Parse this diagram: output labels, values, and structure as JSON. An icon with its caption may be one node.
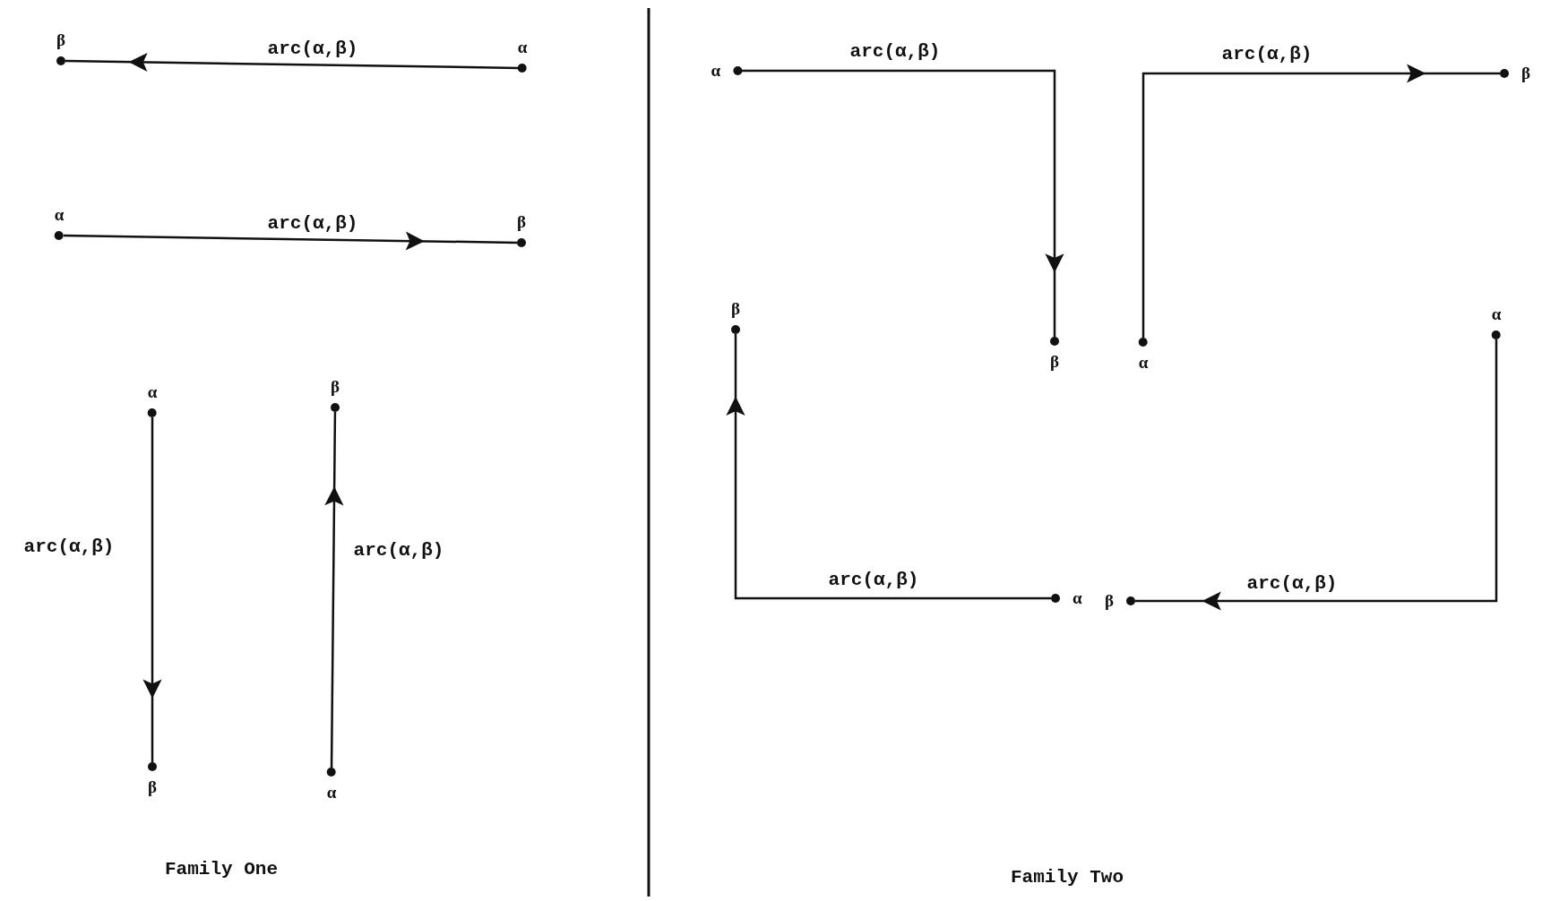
{
  "diagram": {
    "nodes": [
      {
        "text": [
          "β"
        ]
      },
      {
        "text": [
          "α"
        ]
      },
      {
        "text": [
          "α"
        ]
      },
      {
        "text": [
          "β"
        ]
      },
      {
        "text": [
          "α"
        ]
      },
      {
        "text": [
          "β"
        ]
      },
      {
        "text": [
          "β"
        ]
      },
      {
        "text": [
          "α"
        ]
      },
      {
        "text": [
          "α"
        ]
      },
      {
        "text": [
          "β"
        ]
      },
      {
        "text": [
          "β"
        ]
      },
      {
        "text": [
          "α"
        ]
      },
      {
        "text": [
          "β"
        ]
      },
      {
        "text": [
          "α"
        ]
      },
      {
        "text": [
          "α"
        ]
      },
      {
        "text": [
          "β"
        ]
      }
    ],
    "edges": [
      {
        "from": 1,
        "to": 0,
        "arrow": "to",
        "label": "arc(α,β)"
      },
      {
        "from": 2,
        "to": 3,
        "arrow": "to",
        "label": "arc(α,β)"
      },
      {
        "from": 4,
        "to": 6,
        "arrow": "to",
        "label": "arc(α,β)"
      },
      {
        "from": 7,
        "to": 5,
        "arrow": "to",
        "label": "arc(α,β)"
      },
      {
        "from": 8,
        "to": 12,
        "arrow": "to",
        "label": "arc(α,β)"
      },
      {
        "from": 13,
        "to": 9,
        "arrow": "to",
        "label": "arc(α,β)"
      },
      {
        "from": 11,
        "to": 15,
        "arrow": "to",
        "label": "arc(α,β)"
      },
      {
        "from": 14,
        "to": 10,
        "arrow": "to",
        "label": "arc(α,β)"
      }
    ],
    "labels": [
      "Family One",
      "Family Two"
    ]
  }
}
